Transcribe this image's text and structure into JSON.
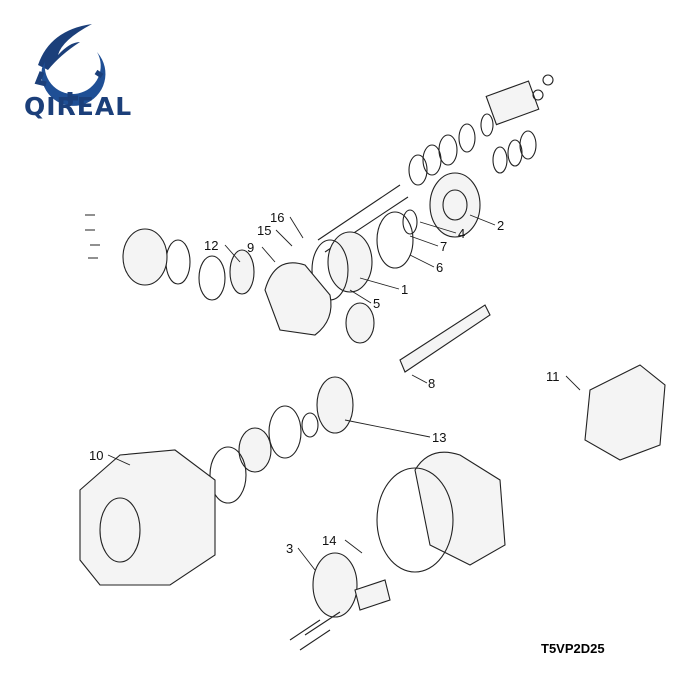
{
  "logo": {
    "brand_text": "QIREAL",
    "color": "#1b3f7a"
  },
  "model_code": "T5VP2D25",
  "callouts": [
    "1",
    "2",
    "3",
    "4",
    "5",
    "6",
    "7",
    "8",
    "9",
    "10",
    "11",
    "12",
    "13",
    "14",
    "15",
    "16"
  ]
}
